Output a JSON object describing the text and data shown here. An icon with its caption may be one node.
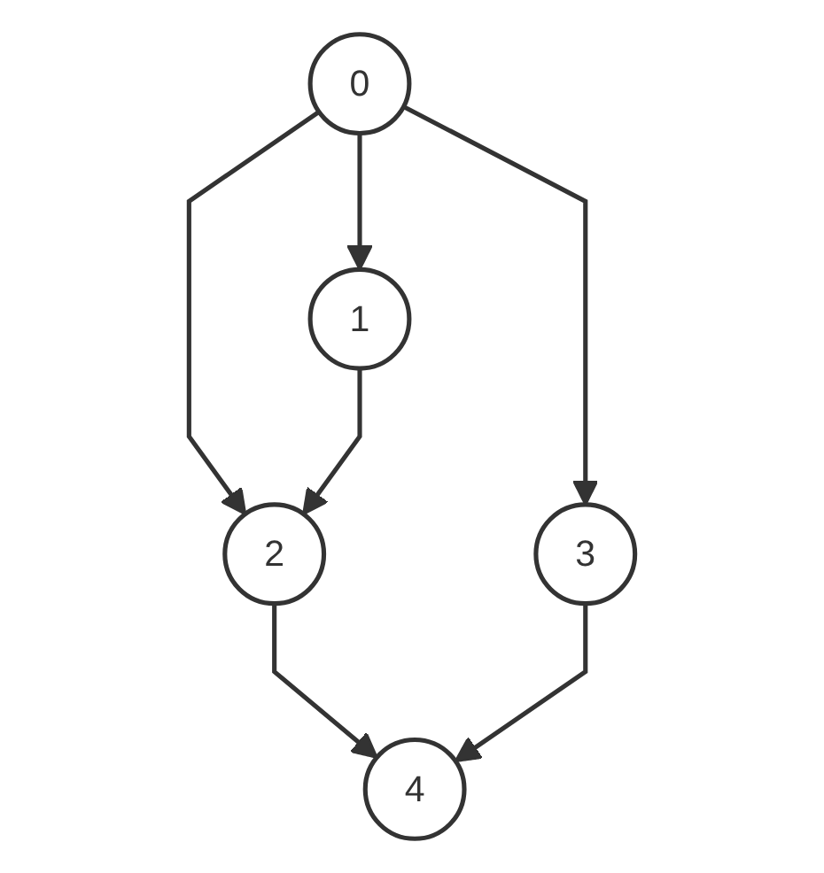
{
  "diagram": {
    "nodes": [
      {
        "text": [
          "1"
        ]
      },
      {
        "text": [
          "2"
        ]
      },
      {
        "text": [
          "0"
        ]
      },
      {
        "text": [
          "4"
        ]
      },
      {
        "text": [
          "3"
        ]
      }
    ],
    "edges": [
      {
        "from": 2,
        "to": 0,
        "arrow": "to"
      },
      {
        "from": 2,
        "to": 1,
        "arrow": "to"
      },
      {
        "from": 2,
        "to": 4,
        "arrow": "to"
      },
      {
        "from": 0,
        "to": 1,
        "arrow": "to"
      },
      {
        "from": 1,
        "to": 3,
        "arrow": "to"
      },
      {
        "from": 4,
        "to": 3,
        "arrow": "to"
      }
    ]
  }
}
